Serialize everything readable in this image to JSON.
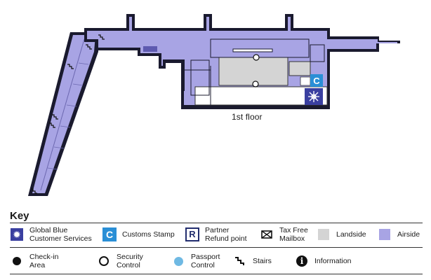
{
  "map": {
    "floor_label": "1st floor",
    "colors": {
      "airside": "#a8a4e4",
      "landside": "#d4d4d4",
      "outline": "#1a1a2e",
      "customs": "#2a8fd6",
      "global_blue": "#3a3fa0",
      "passport": "#6fb9e3"
    },
    "map_markers": {
      "customs_stamp_letter": "C"
    }
  },
  "key": {
    "title": "Key",
    "items": [
      {
        "name": "global-blue",
        "label": "Global Blue\nCustomer Services",
        "icon": "global-blue-icon"
      },
      {
        "name": "customs-stamp",
        "label": "Customs Stamp",
        "icon": "customs-stamp-icon",
        "letter": "C"
      },
      {
        "name": "partner-refund",
        "label": "Partner\nRefund point",
        "icon": "partner-refund-icon",
        "letter": "R"
      },
      {
        "name": "tax-free-mailbox",
        "label": "Tax Free\nMailbox",
        "icon": "envelope-icon"
      },
      {
        "name": "landside",
        "label": "Landside",
        "icon": "landside-swatch"
      },
      {
        "name": "airside",
        "label": "Airside",
        "icon": "airside-swatch"
      },
      {
        "name": "check-in",
        "label": "Check-in\nArea",
        "icon": "filled-circle-icon"
      },
      {
        "name": "security",
        "label": "Security\nControl",
        "icon": "open-circle-icon"
      },
      {
        "name": "passport",
        "label": "Passport\nControl",
        "icon": "blue-circle-icon"
      },
      {
        "name": "stairs",
        "label": "Stairs",
        "icon": "stairs-icon"
      },
      {
        "name": "information",
        "label": "Information",
        "icon": "information-icon",
        "letter": "i"
      }
    ]
  }
}
